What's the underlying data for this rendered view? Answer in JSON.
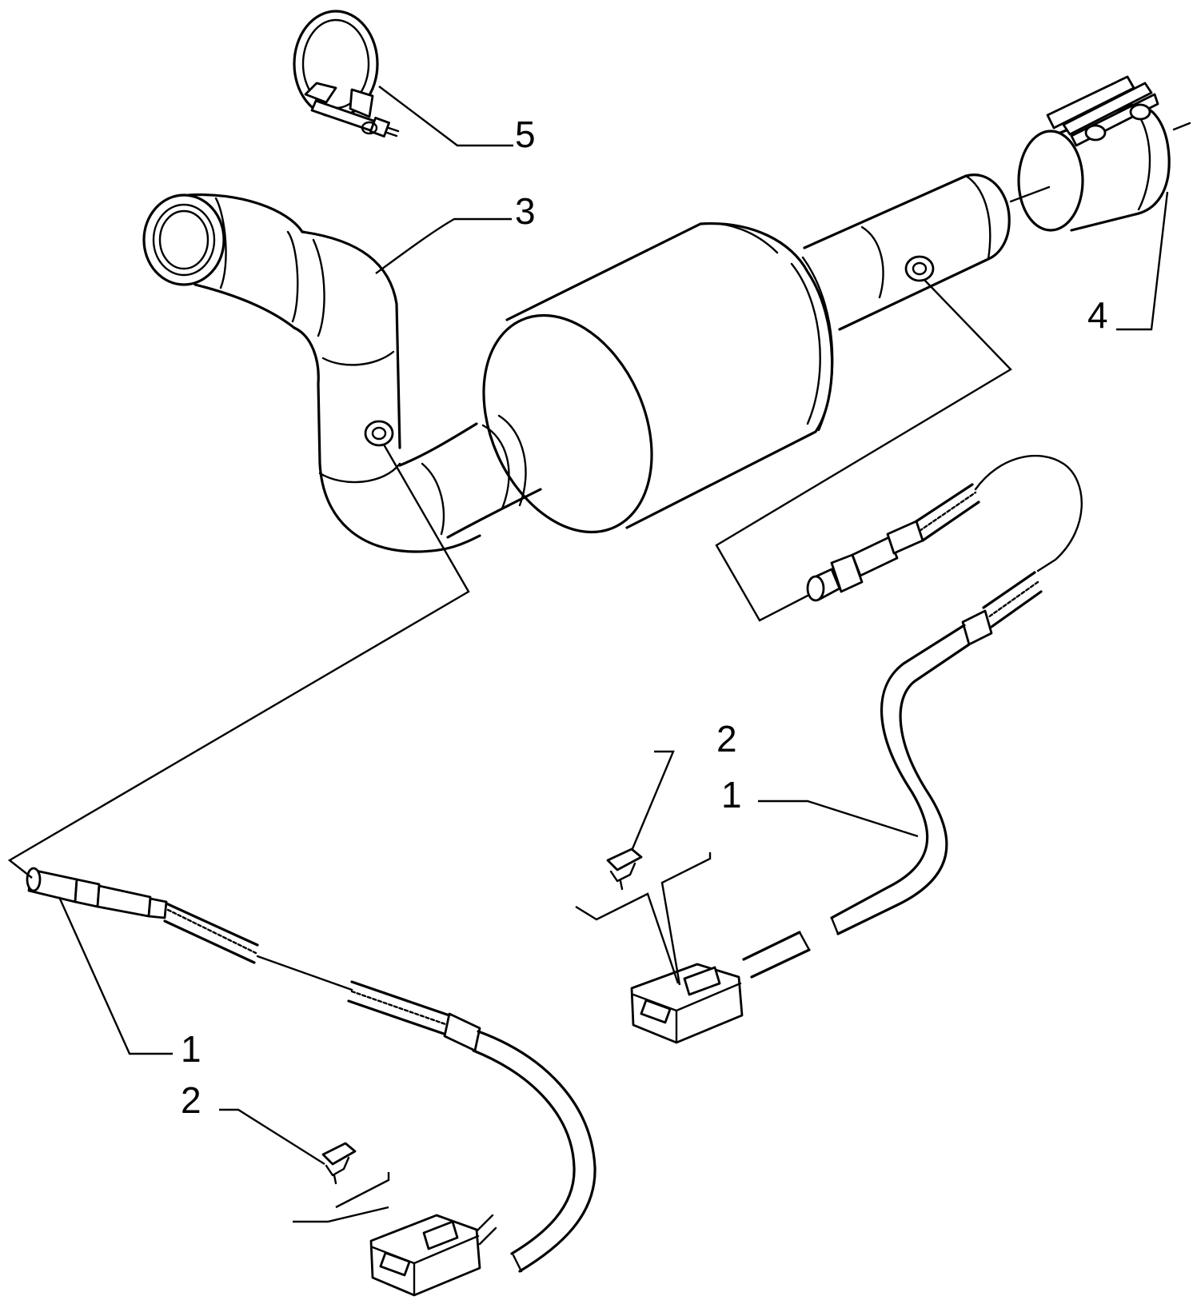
{
  "callouts": [
    {
      "id": "part-1-left",
      "text": "1"
    },
    {
      "id": "part-2-left",
      "text": "2"
    },
    {
      "id": "part-1-right",
      "text": "1"
    },
    {
      "id": "part-2-right",
      "text": "2"
    },
    {
      "id": "part-3",
      "text": "3"
    },
    {
      "id": "part-4",
      "text": "4"
    },
    {
      "id": "part-5",
      "text": "5"
    }
  ],
  "colors": {
    "line": "#000000",
    "background": "#ffffff"
  }
}
